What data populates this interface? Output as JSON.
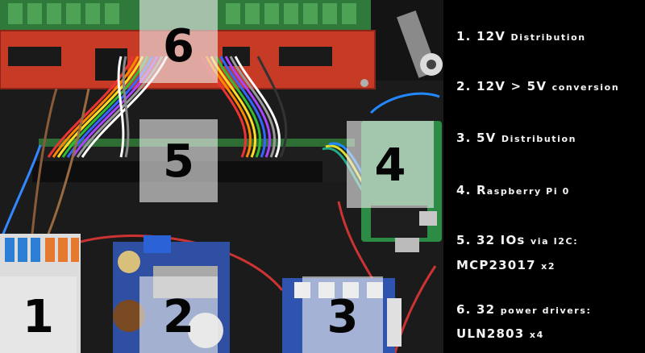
{
  "photo": {
    "labels": [
      "1",
      "2",
      "3",
      "4",
      "5",
      "6"
    ]
  },
  "legend": {
    "items": [
      {
        "num": "1.",
        "lead": "12V",
        "tail": "Distribution"
      },
      {
        "num": "2.",
        "lead": "12V > 5V",
        "tail": "conversion"
      },
      {
        "num": "3.",
        "lead": "5V",
        "tail": "Distribution"
      },
      {
        "num": "4.",
        "lead": "R",
        "tail": "aspberry Pi 0"
      },
      {
        "num": "5.",
        "lead": "32 IOs",
        "tail": "via I2C:"
      },
      {
        "num": "",
        "lead": "MCP23017",
        "tail": "x2"
      },
      {
        "num": "6.",
        "lead": "32",
        "tail": "power drivers:"
      },
      {
        "num": "",
        "lead": "ULN2803",
        "tail": "x4"
      }
    ]
  }
}
